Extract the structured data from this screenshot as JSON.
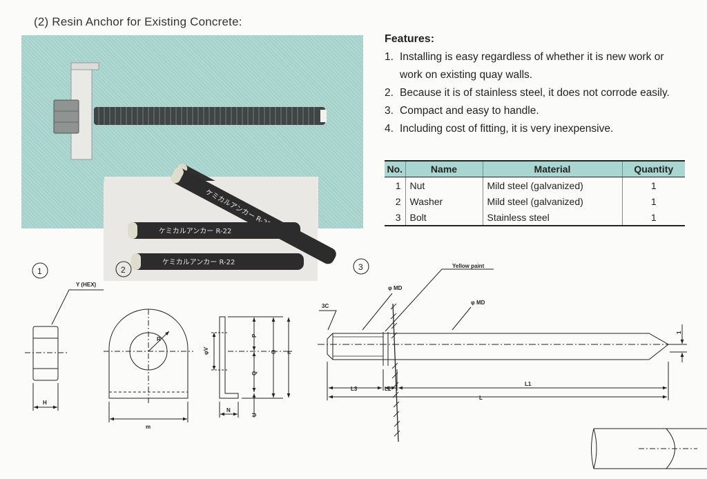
{
  "heading": "(2)  Resin Anchor for Existing Concrete:",
  "features": {
    "title": "Features:",
    "items": [
      {
        "num": "1.",
        "text": "Installing is easy regardless of whether it is new work or work on existing quay walls."
      },
      {
        "num": "2.",
        "text": "Because it is of stainless steel, it does not corrode easily."
      },
      {
        "num": "3.",
        "text": "Compact and easy to handle."
      },
      {
        "num": "4.",
        "text": "Including cost of fitting, it is very inexpensive."
      }
    ]
  },
  "parts_table": {
    "headers": [
      "No.",
      "Name",
      "Material",
      "Quantity"
    ],
    "rows": [
      {
        "no": "1",
        "name": "Nut",
        "material": "Mild steel (galvanized)",
        "qty": "1"
      },
      {
        "no": "2",
        "name": "Washer",
        "material": "Mild steel (galvanized)",
        "qty": "1"
      },
      {
        "no": "3",
        "name": "Bolt",
        "material": "Stainless steel",
        "qty": "1"
      }
    ]
  },
  "photo": {
    "capsule_text": "ケミカルアンカー  R-22"
  },
  "drawing": {
    "circle_labels": [
      "1",
      "2",
      "3"
    ],
    "nut": {
      "hex_label": "Y (HEX)",
      "h_label": "H"
    },
    "washer": {
      "r_label": "R",
      "m_label": "m",
      "v_label": "φV",
      "n_label": "N",
      "p_label": "P",
      "q_label": "Q",
      "o_label": "O",
      "u_label": "U",
      "n_right_label": "n"
    },
    "bolt": {
      "yellow_paint_label": "Yellow paint",
      "md_label_1": "φ MD",
      "md_label_2": "φ MD",
      "chamfer_label": "3C",
      "l3_label": "L3",
      "l2_label": "L2",
      "l1_label": "L1",
      "l_label": "L",
      "tip_label": "1"
    }
  },
  "colors": {
    "photo_bg": "#a9d6d0",
    "table_header": "#a9d6d0"
  }
}
